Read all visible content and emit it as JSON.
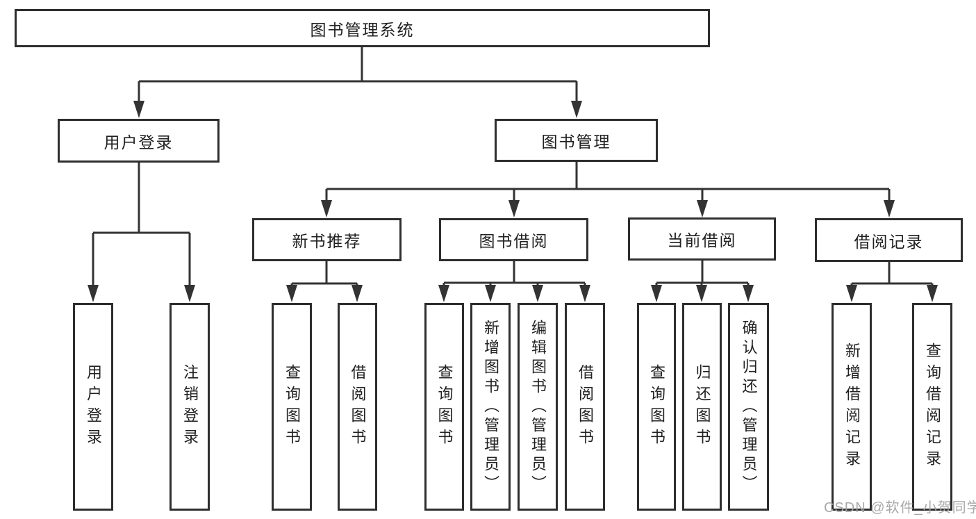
{
  "colors": {
    "background": "#ffffff",
    "box_border": "#2e2e2e",
    "line": "#333333",
    "text": "#212121",
    "watermark": "#a4a4a4"
  },
  "watermark": {
    "text": "CSDN @软件_小贺同学"
  },
  "tree": {
    "root": {
      "label": "图书管理系统"
    },
    "children": [
      {
        "label": "用户登录",
        "children": [
          {
            "label": "用户登录"
          },
          {
            "label": "注销登录"
          }
        ]
      },
      {
        "label": "图书管理",
        "children": [
          {
            "label": "新书推荐",
            "children": [
              {
                "label": "查询图书"
              },
              {
                "label": "借阅图书"
              }
            ]
          },
          {
            "label": "图书借阅",
            "children": [
              {
                "label": "查询图书"
              },
              {
                "label": "新增图书（管理员）"
              },
              {
                "label": "编辑图书（管理员）"
              },
              {
                "label": "借阅图书"
              }
            ]
          },
          {
            "label": "当前借阅",
            "children": [
              {
                "label": "查询图书"
              },
              {
                "label": "归还图书"
              },
              {
                "label": "确认归还（管理员）"
              }
            ]
          },
          {
            "label": "借阅记录",
            "children": [
              {
                "label": "新增借阅记录"
              },
              {
                "label": "查询借阅记录"
              }
            ]
          }
        ]
      }
    ]
  }
}
